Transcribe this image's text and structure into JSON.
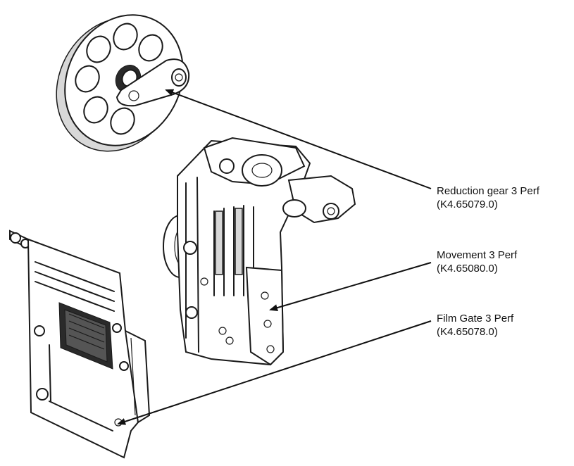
{
  "callouts": [
    {
      "name": "Reduction gear 3 Perf",
      "part_no": "(K4.65079.0)"
    },
    {
      "name": "Movement 3 Perf",
      "part_no": "(K4.65080.0)"
    },
    {
      "name": "Film Gate 3 Perf",
      "part_no": "(K4.65078.0)"
    }
  ],
  "colors": {
    "line": "#1a1a1a",
    "background": "#ffffff"
  }
}
